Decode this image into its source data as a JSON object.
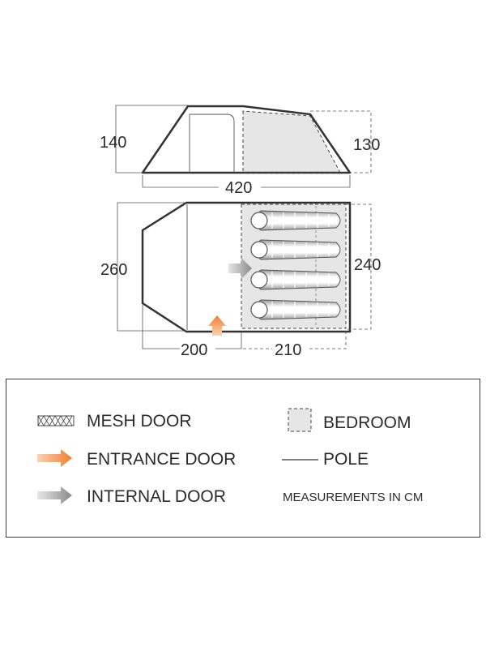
{
  "dimensions": {
    "height_living": "140",
    "height_bedroom": "130",
    "length_total": "420",
    "width_living": "260",
    "width_bedroom": "240",
    "length_living": "200",
    "length_bedroom": "210"
  },
  "legend": {
    "mesh_door": "MESH DOOR",
    "entrance_door": "ENTRANCE DOOR",
    "internal_door": "INTERNAL DOOR",
    "bedroom": "BEDROOM",
    "pole": "POLE",
    "measurements_note": "MEASUREMENTS IN CM"
  },
  "colors": {
    "outline": "#333333",
    "bedroom_fill": "#e6e6e6",
    "entrance_arrow": "#f07e2e",
    "internal_arrow": "#9a9a9a"
  }
}
